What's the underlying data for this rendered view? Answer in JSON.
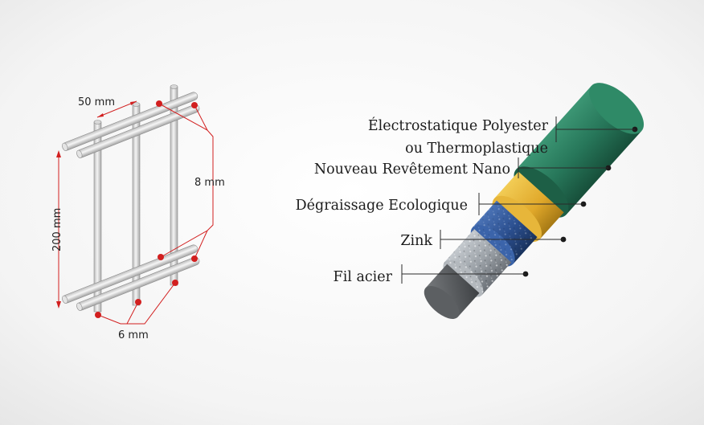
{
  "mesh": {
    "dim_spacing": "50 mm",
    "dim_height": "200 mm",
    "dim_horizontal_wire": "8 mm",
    "dim_vertical_wire": "6 mm"
  },
  "layers": {
    "l1_line1": "Électrostatique Polyester",
    "l1_line2": "ou Thermoplastique",
    "l2": "Nouveau Revêtement Nano",
    "l3": "Dégraissage Ecologique",
    "l4": "Zink",
    "l5": "Fil acier"
  },
  "colors": {
    "dimension_red": "#d21f1f",
    "polyester_green": "#27775a",
    "nano_yellow": "#e3b030",
    "degreasing_blue": "#2b4f8f",
    "zinc_grey": "#9aa0a6",
    "steel_core": "#55585b"
  }
}
